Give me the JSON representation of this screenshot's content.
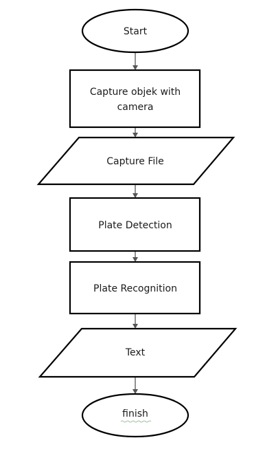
{
  "diagram": {
    "nodes": [
      {
        "id": "start",
        "shape": "ellipse",
        "label": "Start"
      },
      {
        "id": "capture",
        "shape": "process",
        "lines": [
          "Capture objek with",
          "camera"
        ]
      },
      {
        "id": "capture-file",
        "shape": "data",
        "label": "Capture File"
      },
      {
        "id": "plate-detection",
        "shape": "process",
        "label": "Plate Detection"
      },
      {
        "id": "plate-recognition",
        "shape": "process",
        "label": "Plate Recognition"
      },
      {
        "id": "text",
        "shape": "data",
        "label": "Text"
      },
      {
        "id": "finish",
        "shape": "ellipse",
        "label": "finish"
      }
    ],
    "edges": [
      {
        "from": "start",
        "to": "capture"
      },
      {
        "from": "capture",
        "to": "capture-file"
      },
      {
        "from": "capture-file",
        "to": "plate-detection"
      },
      {
        "from": "plate-detection",
        "to": "plate-recognition"
      },
      {
        "from": "plate-recognition",
        "to": "text"
      },
      {
        "from": "text",
        "to": "finish"
      }
    ],
    "colors": {
      "stroke": "#000000",
      "arrow": "#555555",
      "spellcheck_underline": "#7fae7f"
    }
  }
}
